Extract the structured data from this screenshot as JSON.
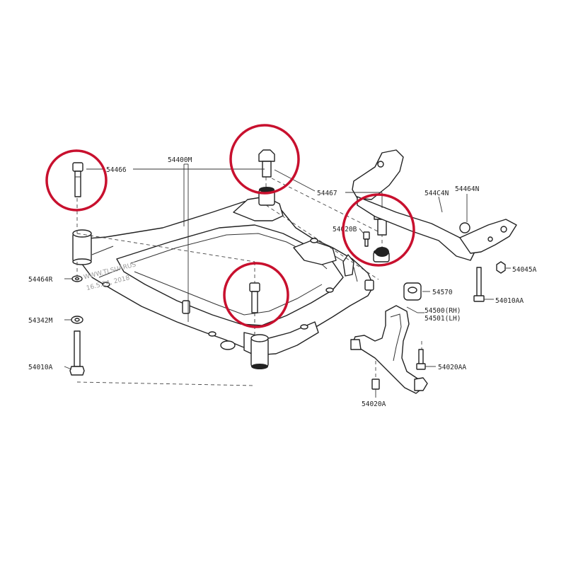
{
  "parts": {
    "p54466": "54466",
    "p54400M": "54400M",
    "p54467": "54467",
    "p544C4N": "544C4N",
    "p54464N": "54464N",
    "p54020B": "54020B",
    "p54045A": "54045A",
    "p54010AA": "54010AA",
    "p54570": "54570",
    "p54500": "54500(RH)",
    "p54501": "54501(LH)",
    "p54020AA": "54020AA",
    "p54020A": "54020A",
    "p54464R": "54464R",
    "p54342M": "54342M",
    "p54010A": "54010A"
  },
  "watermark": {
    "line1": "WWW.TLSUARUS",
    "line2": "16.5.24, 2018"
  },
  "highlight_color": "#c8102e"
}
